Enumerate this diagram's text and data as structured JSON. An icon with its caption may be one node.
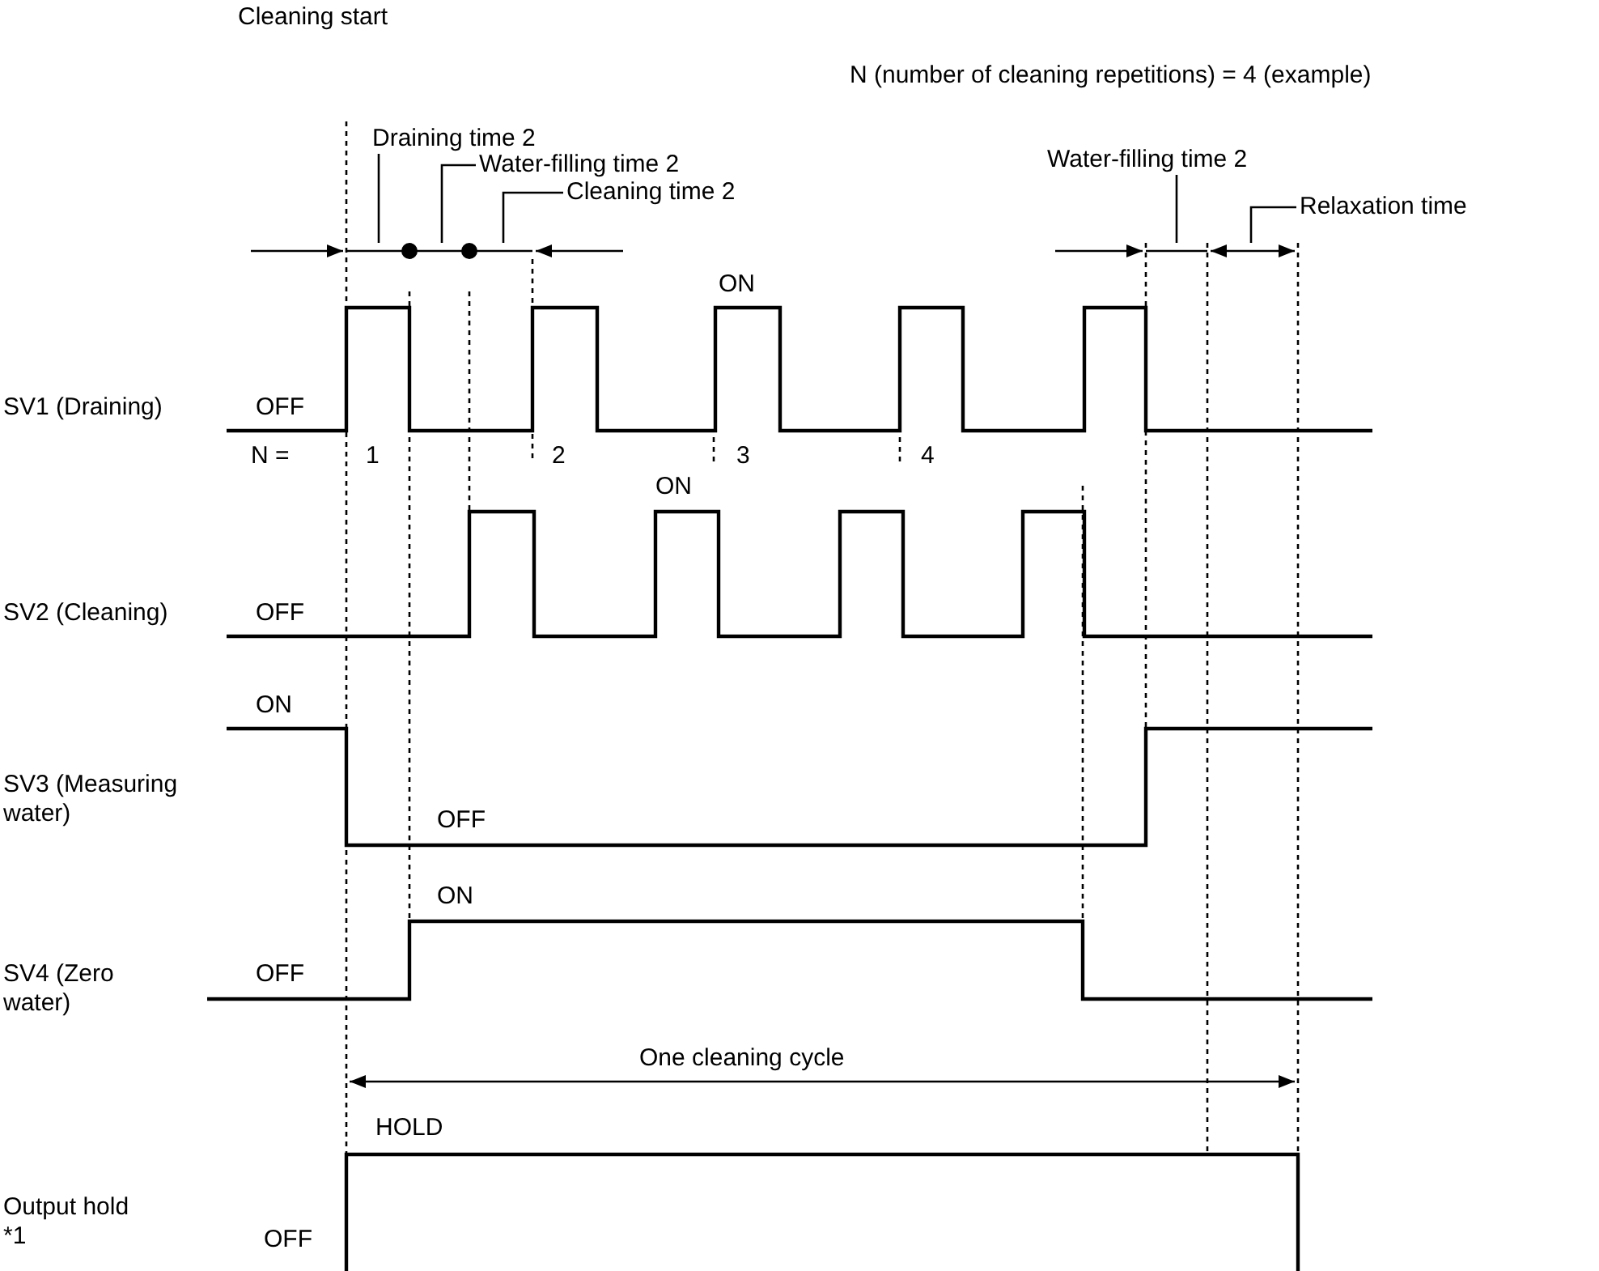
{
  "diagram": {
    "nodes": [
      {
        "text": [
          "Draining time 2"
        ]
      },
      {
        "text": [
          "Water-filling time 2"
        ]
      },
      {
        "text": [
          "Cleaning time 2"
        ]
      },
      {
        "text": [
          "Water-filling time 2"
        ]
      },
      {
        "text": [
          "Relaxation time"
        ]
      }
    ],
    "edges": [
      {
        "from": 0,
        "to": null,
        "arrow": "none"
      },
      {
        "from": 1,
        "to": null,
        "arrow": "none"
      },
      {
        "from": 2,
        "to": null,
        "arrow": "none"
      },
      {
        "from": 3,
        "to": null,
        "arrow": "none"
      },
      {
        "from": 4,
        "to": null,
        "arrow": "none"
      }
    ],
    "labels": [
      "Cleaning start",
      "N (number of cleaning repetitions) = 4 (example)",
      "ON",
      "SV1 (Draining)",
      "OFF",
      "N =",
      "1",
      "2",
      "3",
      "4",
      "ON",
      "SV2 (Cleaning)",
      "OFF",
      "ON",
      "SV3 (Measuring water)",
      "OFF",
      "ON",
      "SV4 (Zero water)",
      "OFF",
      "One cleaning cycle",
      "HOLD",
      "Output hold *1",
      "OFF"
    ]
  }
}
